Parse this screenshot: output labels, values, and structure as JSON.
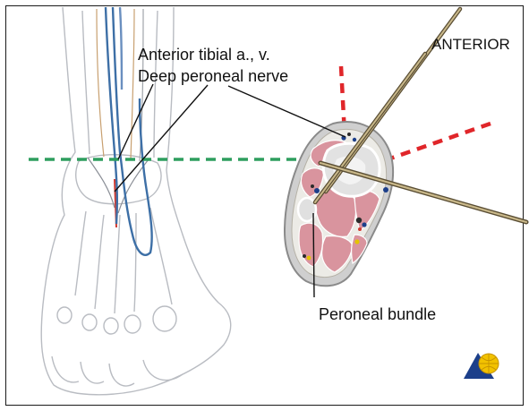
{
  "labels": {
    "anterior": "ANTERIOR",
    "artery": "Anterior tibial a., v.",
    "nerve": "Deep peroneal nerve",
    "peroneal": "Peroneal bundle"
  },
  "colors": {
    "green_dash": "#2e9e5e",
    "red_dash": "#e0262a",
    "muscle": "#d9949e",
    "vessel_blue": "#3d6fa6",
    "wire": "#8a7a5a",
    "logo_blue": "#1c3f8a",
    "logo_yellow": "#f2c200"
  },
  "icons": {
    "logo": "ao-foundation-logo"
  }
}
